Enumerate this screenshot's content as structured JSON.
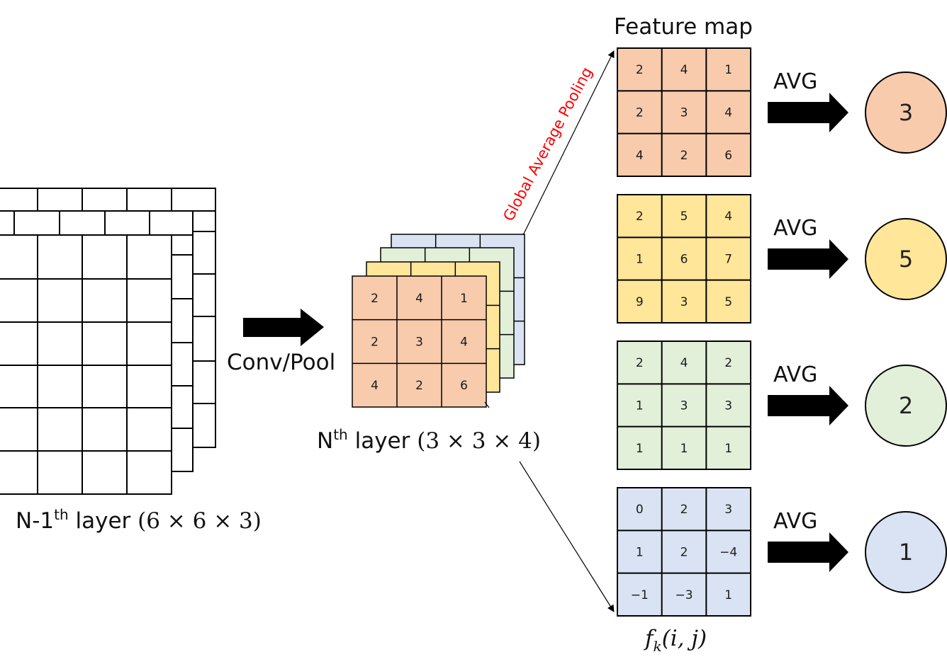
{
  "labels": {
    "prev_layer_prefix": "N-1",
    "prev_layer_sup": "th",
    "prev_layer_rest": " layer ",
    "prev_layer_dims": "(6 × 6 × 3)",
    "conv_pool": "Conv/Pool",
    "nth_prefix": "N",
    "nth_sup": "th",
    "nth_rest": " layer ",
    "nth_dims": "(3 × 3 × 4)",
    "gap": "Global Average Pooling",
    "feature_map": "Feature map",
    "fk_f": "f",
    "fk_k": "k",
    "fk_args": "(i, j)"
  },
  "front_grid": [
    [
      "2",
      "4",
      "1"
    ],
    [
      "2",
      "3",
      "4"
    ],
    [
      "4",
      "2",
      "6"
    ]
  ],
  "feature_maps": [
    {
      "color": "#f8cbad",
      "values": [
        [
          "2",
          "4",
          "1"
        ],
        [
          "2",
          "3",
          "4"
        ],
        [
          "4",
          "2",
          "6"
        ]
      ],
      "avg_label": "AVG",
      "result": "3"
    },
    {
      "color": "#ffe699",
      "values": [
        [
          "2",
          "5",
          "4"
        ],
        [
          "1",
          "6",
          "7"
        ],
        [
          "9",
          "3",
          "5"
        ]
      ],
      "avg_label": "AVG",
      "result": "5"
    },
    {
      "color": "#e2efd9",
      "values": [
        [
          "2",
          "4",
          "2"
        ],
        [
          "1",
          "3",
          "3"
        ],
        [
          "1",
          "1",
          "1"
        ]
      ],
      "avg_label": "AVG",
      "result": "2"
    },
    {
      "color": "#dae3f3",
      "values": [
        [
          "0",
          "2",
          "3"
        ],
        [
          "1",
          "2",
          "−4"
        ],
        [
          "−1",
          "−3",
          "1"
        ]
      ],
      "avg_label": "AVG",
      "result": "1"
    }
  ],
  "stack_colors": {
    "blue": "#dae3f3",
    "green": "#e2efd9",
    "yellow": "#ffe699",
    "orange": "#f8cbad"
  }
}
